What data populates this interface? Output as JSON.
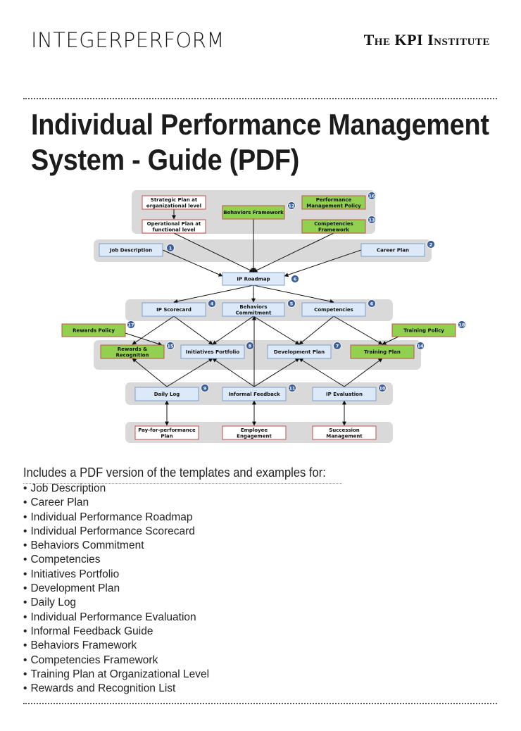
{
  "header": {
    "brand_left": "INTEGERPERFORM",
    "brand_right": "The KPI Institute"
  },
  "title": {
    "line1": "Individual Performance Management",
    "line2": "System - Guide (PDF)"
  },
  "diagram": {
    "nodes": {
      "strategic_plan": [
        "Strategic Plan at",
        "organizational level"
      ],
      "operational_plan": [
        "Operational Plan at",
        "functional level"
      ],
      "behaviors_framework": [
        "Behaviors Framework"
      ],
      "performance_management_policy": [
        "Performance",
        "Management Policy"
      ],
      "competencies_framework": [
        "Competencies",
        "Framework"
      ],
      "job_description": [
        "Job Description"
      ],
      "career_plan": [
        "Career Plan"
      ],
      "ip_roadmap": [
        "IP Roadmap"
      ],
      "ip_scorecard": [
        "IP Scorecard"
      ],
      "behaviors_commitment": [
        "Behaviors",
        "Commitment"
      ],
      "competencies": [
        "Competencies"
      ],
      "rewards_policy": [
        "Rewards Policy"
      ],
      "training_policy": [
        "Training Policy"
      ],
      "rewards_recognition": [
        "Rewards &",
        "Recognition"
      ],
      "initiatives_portfolio": [
        "Initiatives Portfolio"
      ],
      "development_plan": [
        "Development Plan"
      ],
      "training_plan": [
        "Training Plan"
      ],
      "daily_log": [
        "Daily Log"
      ],
      "informal_feedback": [
        "Informal Feedback"
      ],
      "ip_evaluation": [
        "IP Evaluation"
      ],
      "pay_for_performance": [
        "Pay-for-performance",
        "Plan"
      ],
      "employee_engagement": [
        "Employee",
        "Engagement"
      ],
      "succession_management": [
        "Succession",
        "Management"
      ]
    },
    "badges": {
      "behaviors_framework": "12",
      "performance_management_policy": "16",
      "competencies_framework": "13",
      "job_description": "1",
      "career_plan": "2",
      "ip_roadmap": "6",
      "ip_scorecard": "4",
      "behaviors_commitment": "5",
      "competencies": "6",
      "rewards_policy": "17",
      "training_policy": "18",
      "rewards_recognition": "15",
      "initiatives_portfolio": "8",
      "development_plan": "7",
      "training_plan": "14",
      "daily_log": "9",
      "informal_feedback": "11",
      "ip_evaluation": "10"
    },
    "colors": {
      "blue_box": "#dce9f8",
      "blue_border": "#7f9fc8",
      "green_box": "#92d050",
      "red_border": "#c0504d",
      "band_gray": "#d9d9d9",
      "badge_blue": "#3b5f9b"
    }
  },
  "includes": {
    "heading": "Includes a PDF version of the templates and examples for:",
    "items": [
      "Job Description",
      "Career Plan",
      "Individual Performance Roadmap",
      "Individual Performance Scorecard",
      "Behaviors Commitment",
      "Competencies",
      "Initiatives Portfolio",
      "Development Plan",
      "Daily Log",
      "Individual Performance Evaluation",
      "Informal Feedback Guide",
      "Behaviors Framework",
      "Competencies Framework",
      "Training Plan at Organizational Level",
      "Rewards and Recognition List"
    ]
  }
}
